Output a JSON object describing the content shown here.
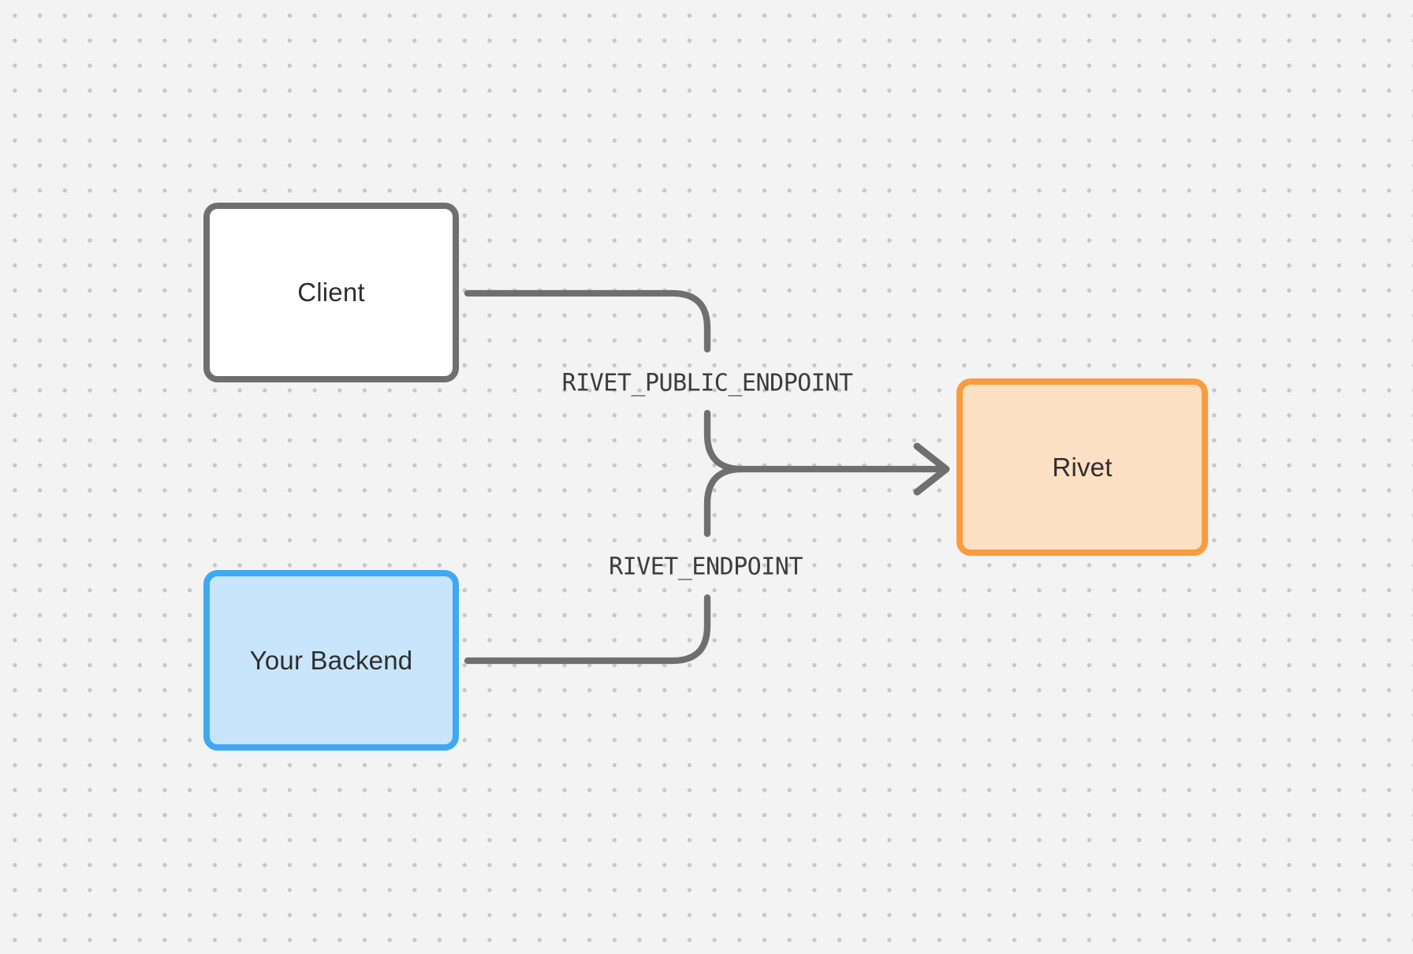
{
  "diagram": {
    "background": {
      "color": "#F3F3F3",
      "dot_color": "#C7C7C7"
    },
    "connector_color": "#6F6F6F",
    "node_text_color": "#2E2E2E",
    "edge_label_color": "#3C3C3C",
    "nodes": [
      {
        "label": "Client",
        "fill": "#FFFFFF",
        "border": "#6F6F6F"
      },
      {
        "label": "Your Backend",
        "fill": "#C8E5FC",
        "border": "#3FA8F5"
      },
      {
        "label": "Rivet",
        "fill": "#FCE0C3",
        "border": "#F99C40"
      }
    ],
    "edges": [
      {
        "from": "Client",
        "to": "Rivet",
        "label": "RIVET_PUBLIC_ENDPOINT"
      },
      {
        "from": "Your Backend",
        "to": "Rivet",
        "label": "RIVET_ENDPOINT"
      }
    ]
  }
}
